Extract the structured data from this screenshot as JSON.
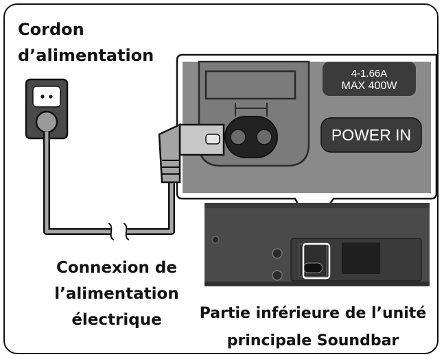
{
  "labels": {
    "cord_line1": "Cordon",
    "cord_line2": "d’alimentation",
    "connection_line1": "Connexion de",
    "connection_line2": "l’alimentation",
    "connection_line3": "électrique",
    "bottom_line1": "Partie inférieure de l’unité",
    "bottom_line2": "principale Soundbar"
  },
  "panel": {
    "rating_line1": "4-1.66A",
    "rating_line2": "MAX 400W",
    "power_in": "POWER IN"
  },
  "colors": {
    "panel_gray": "#8a8a8a",
    "dark_gray": "#3a3a3a",
    "cable_gray": "#999999",
    "outline": "#111111"
  }
}
